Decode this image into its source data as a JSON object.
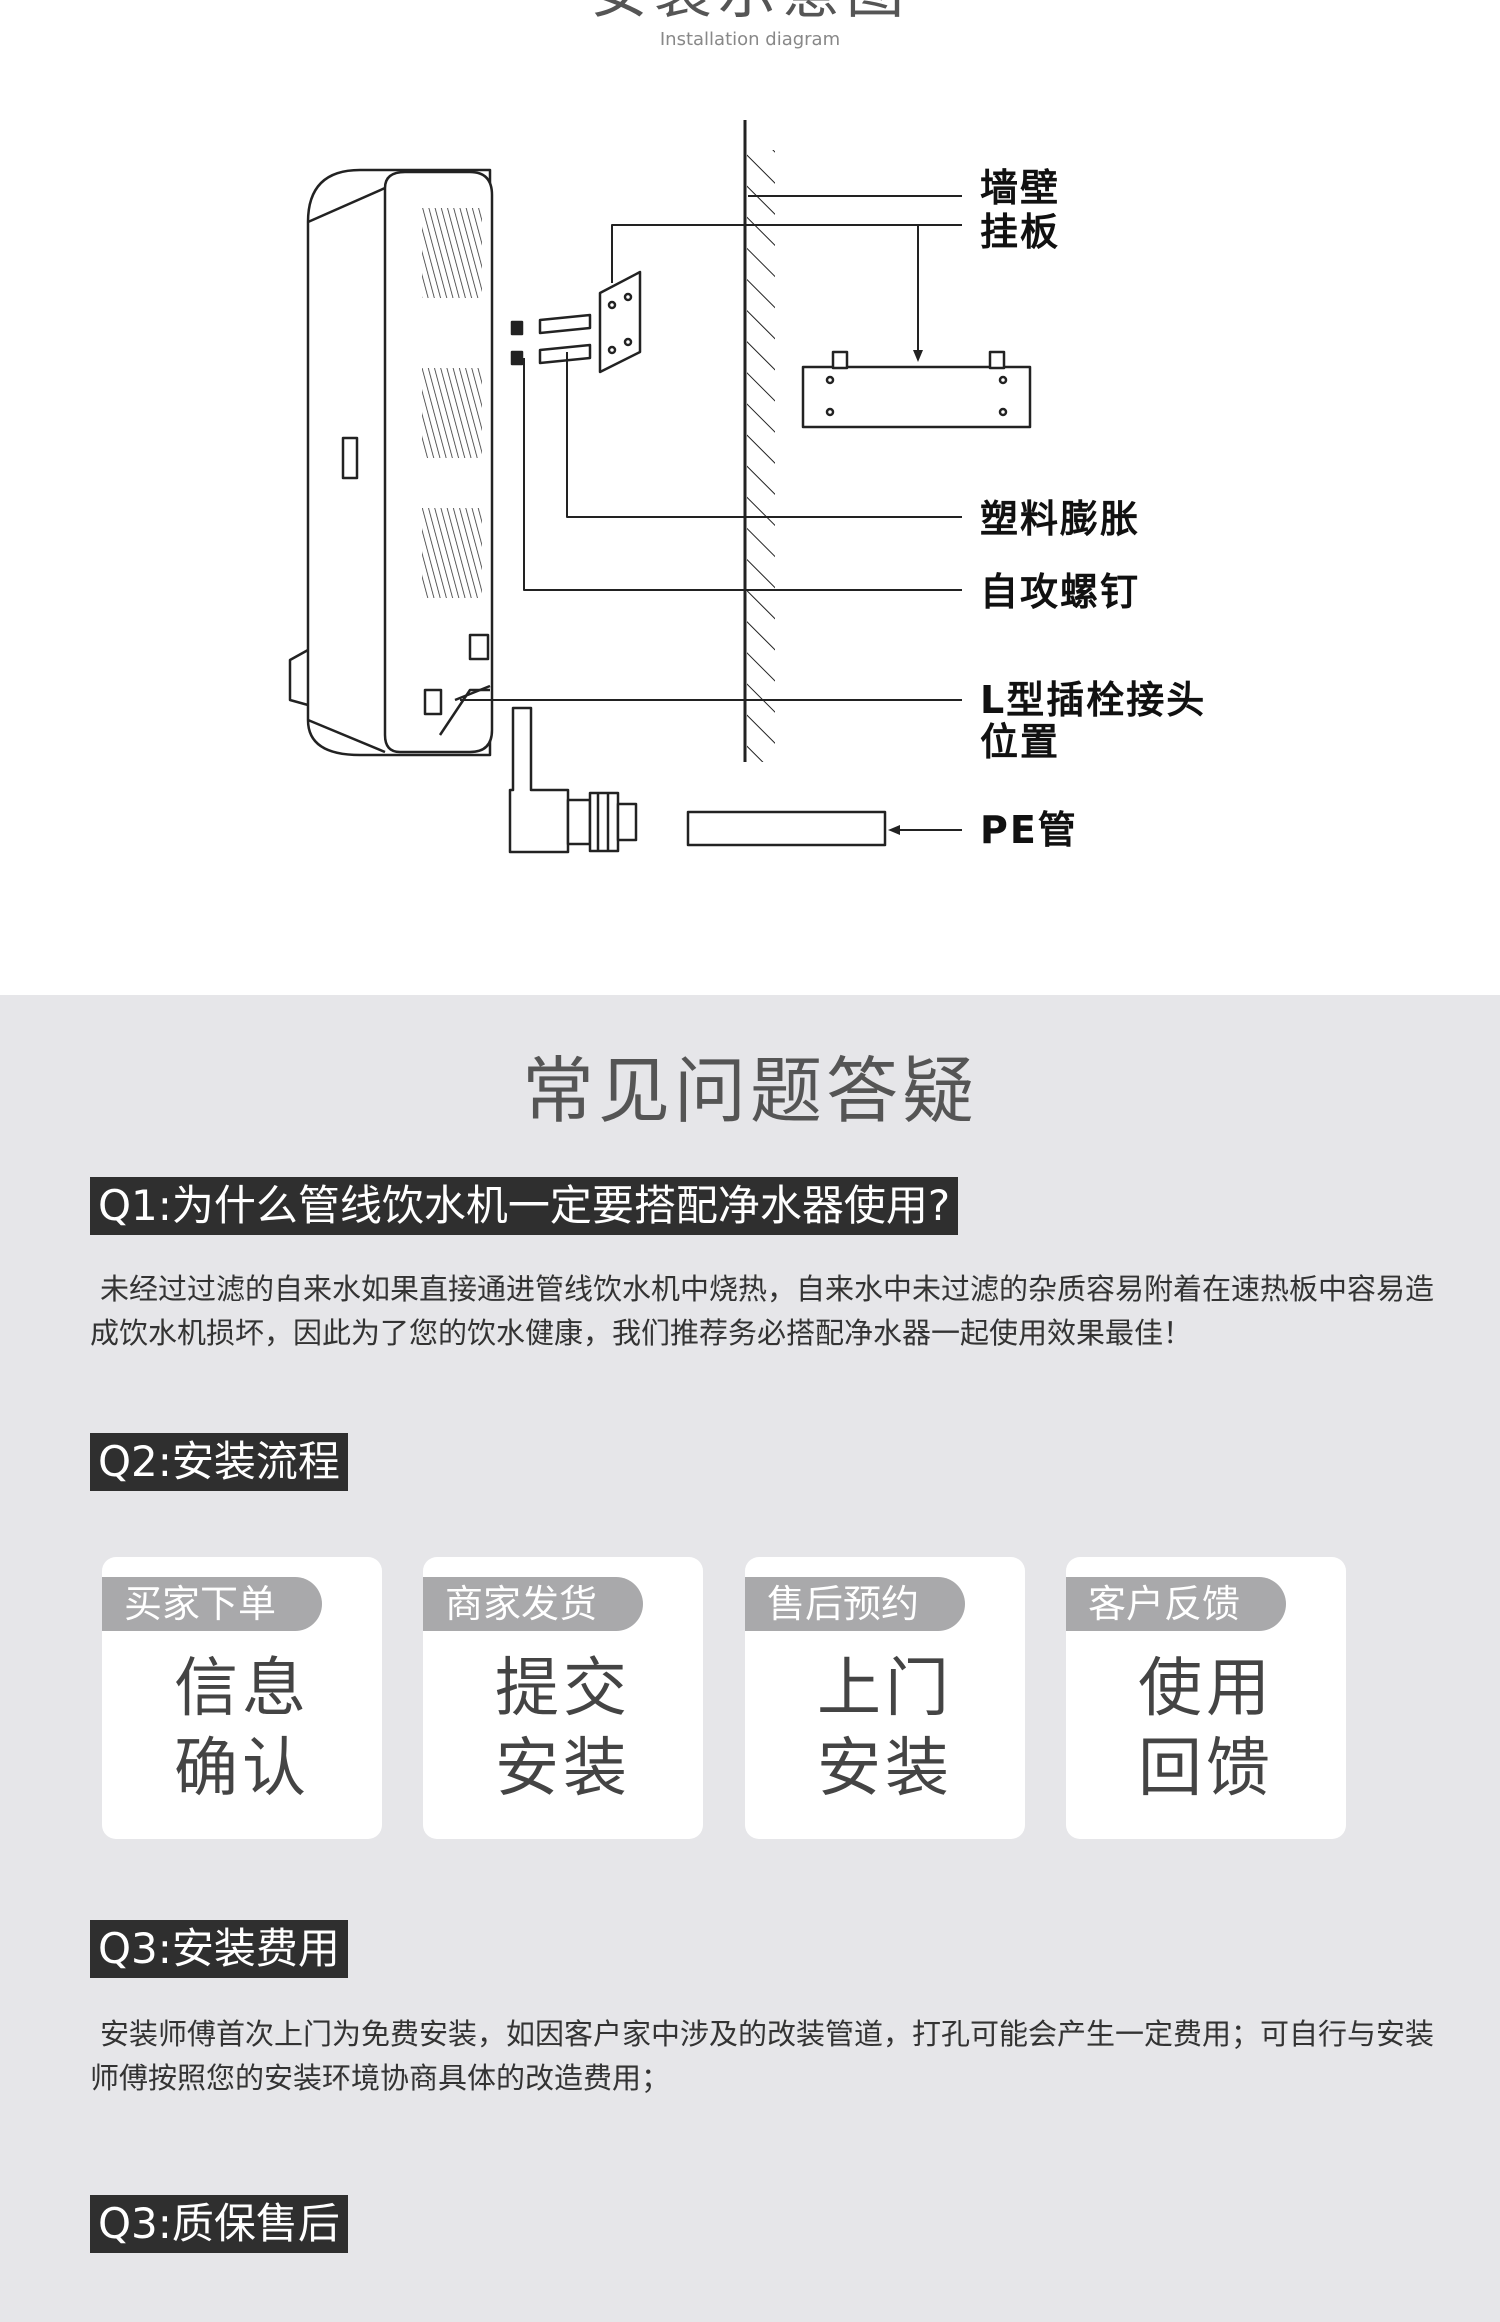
{
  "diagram": {
    "title": "安装示意图",
    "subtitle": "Installation diagram",
    "labels": {
      "wall": "墙壁",
      "hanging_board": "挂板",
      "plastic_anchor": "塑料膨胀",
      "self_tapping_screw": "自攻螺钉",
      "l_connector_line1": "L型插栓接头",
      "l_connector_line2": "位置",
      "pe_pipe": "PE管"
    }
  },
  "faq": {
    "title": "常见问题答疑",
    "q1": {
      "question": "Q1:为什么管线饮水机一定要搭配净水器使用?",
      "answer": "未经过过滤的自来水如果直接通进管线饮水机中烧热，自来水中未过滤的杂质容易附着在速热板中容易造成饮水机损坏，因此为了您的饮水健康，我们推荐务必搭配净水器一起使用效果最佳！"
    },
    "q2": {
      "question": "Q2:安装流程",
      "steps": [
        {
          "tag": "买家下单",
          "line1": "信息",
          "line2": "确认"
        },
        {
          "tag": "商家发货",
          "line1": "提交",
          "line2": "安装"
        },
        {
          "tag": "售后预约",
          "line1": "上门",
          "line2": "安装"
        },
        {
          "tag": "客户反馈",
          "line1": "使用",
          "line2": "回馈"
        }
      ]
    },
    "q3_fee": {
      "question": "Q3:安装费用",
      "answer": "安装师傅首次上门为免费安装，如因客户家中涉及的改装管道，打孔可能会产生一定费用；可自行与安装师傅按照您的安装环境协商具体的改造费用；"
    },
    "q3_warranty": {
      "question": "Q3:质保售后"
    }
  },
  "colors": {
    "faq_background": "#e6e6e9",
    "question_label_bg": "#2f2f2f",
    "step_tag_bg": "#a9a9ab",
    "card_bg": "#ffffff"
  }
}
